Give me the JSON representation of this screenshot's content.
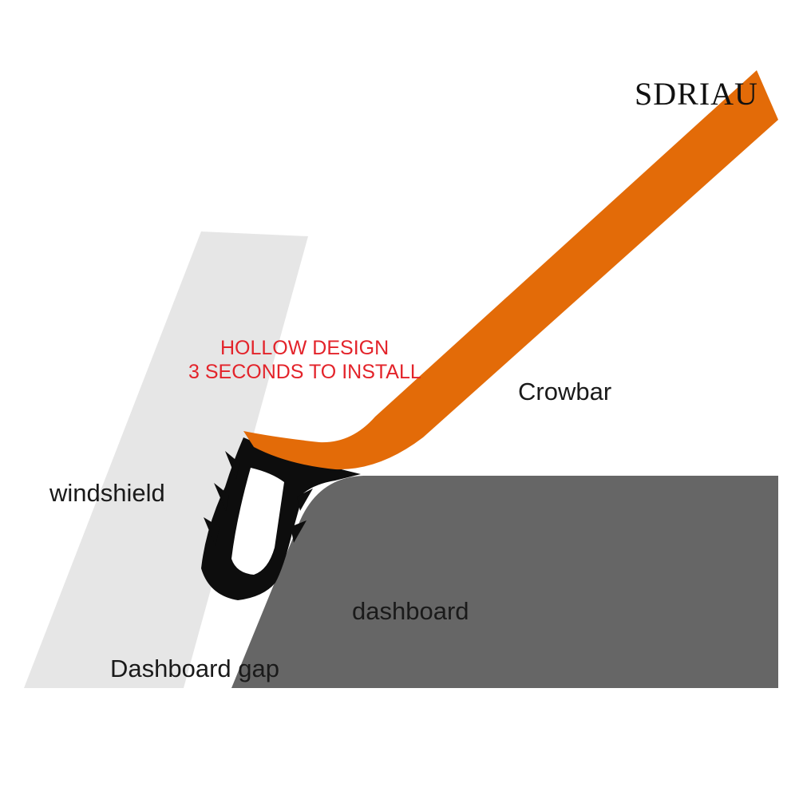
{
  "brand": "SDRIAU",
  "callout": {
    "line1": "HOLLOW DESIGN",
    "line2": "3 SECONDS TO INSTALL"
  },
  "labels": {
    "crowbar": "Crowbar",
    "windshield": "windshield",
    "dashboard": "dashboard",
    "gap": "Dashboard gap"
  },
  "colors": {
    "crowbar": "#e36b08",
    "windshield": "#e6e6e6",
    "dashboard": "#666666",
    "seal": "#0d0d0d",
    "callout": "#e3232a"
  }
}
